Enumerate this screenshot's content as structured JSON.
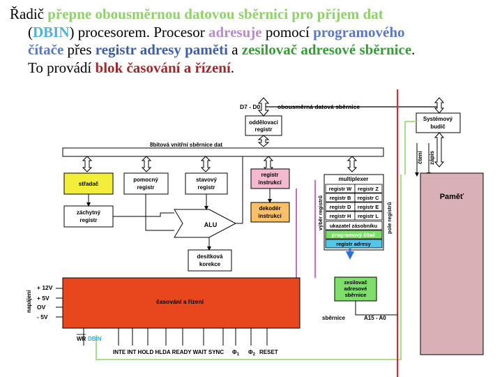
{
  "text": {
    "l1_a": "Řadič ",
    "l1_b": "přepne obousměrnou datovou sběrnici pro příjem dat",
    "l2_a": "(",
    "l2_b": "DBIN",
    "l2_c": ") procesorem. Procesor ",
    "l2_d": "adresuje",
    "l2_e": " pomocí ",
    "l2_f": "programového",
    "l3_a": "čítače",
    "l3_b": " přes  ",
    "l3_c": "registr adresy paměti",
    "l3_d": " a ",
    "l3_e": "zesilovač adresové sběrnice",
    "l3_f": ".",
    "l4_a": "To provádí ",
    "l4_b": "blok časování a řízení",
    "l4_c": "."
  },
  "diagram": {
    "d7d0": "D7 - D0",
    "data_bus": "obousměrná datová sběrnice",
    "oddelovaci_1": "oddělovací",
    "oddelovaci_2": "registr",
    "internal_bus": "8bitová vnitřní sběrnice dat",
    "sys_driver_1": "Systémový",
    "sys_driver_2": "budič",
    "cteni": "čtení",
    "zapis": "zápis",
    "stradac": "střadač",
    "pomocny_1": "pomocný",
    "pomocny_2": "registr",
    "stavovy_1": "stavový",
    "stavovy_2": "registr",
    "reg_instr_1": "registr",
    "reg_instr_2": "instrukcí",
    "multiplexer": "multiplexer",
    "pamet": "Paměť",
    "zachytny_1": "záchytný",
    "zachytny_2": "registr",
    "alu": "ALU",
    "dekoder_1": "dekodér",
    "dekoder_2": "instrukcí",
    "vyber_registru": "výběr registrů",
    "pole_registru": "pole registrů",
    "reg_w": "registr W",
    "reg_z": "registr Z",
    "reg_b": "registr B",
    "reg_c": "registr C",
    "reg_d": "registr D",
    "reg_e": "registr E",
    "reg_h": "registr H",
    "reg_l": "registr L",
    "sp": "ukazatel zásobníku",
    "pc": "programový čítač",
    "ar": "registr adresy",
    "desitkova_1": "desítková",
    "desitkova_2": "korekce",
    "zes_1": "zesilovač",
    "zes_2": "adresové",
    "zes_3": "sběrnice",
    "napajeni": "napájení",
    "v12": "+ 12V",
    "v5p": "+ 5V",
    "ov": "OV",
    "v5m": "- 5V",
    "casovani": "časování a řízení",
    "sbernice": "sběrnice",
    "a15a0": "A15 - A0",
    "wr": "WR",
    "dbin": "DBIN",
    "bottom_signals": "INTE INT  HOLD  HLDA READY WAIT SYNC",
    "phi1": "Φ",
    "phi1_sub": "1",
    "phi2": "Φ",
    "phi2_sub": "2",
    "reset": "RESET"
  },
  "colors": {
    "red_line": "#e8202a",
    "green_line": "#a8e08a",
    "timing_block": "#e8471e",
    "memory_block": "#d8b0b6",
    "yellow": "#f2ee3a",
    "pink": "#f2b9cf",
    "orange": "#f9c066",
    "green_box": "#7ddf6a",
    "cyan_box": "#52c7ea",
    "purple_box": "#b040b8",
    "blue_arrow": "#2f6fd8"
  }
}
